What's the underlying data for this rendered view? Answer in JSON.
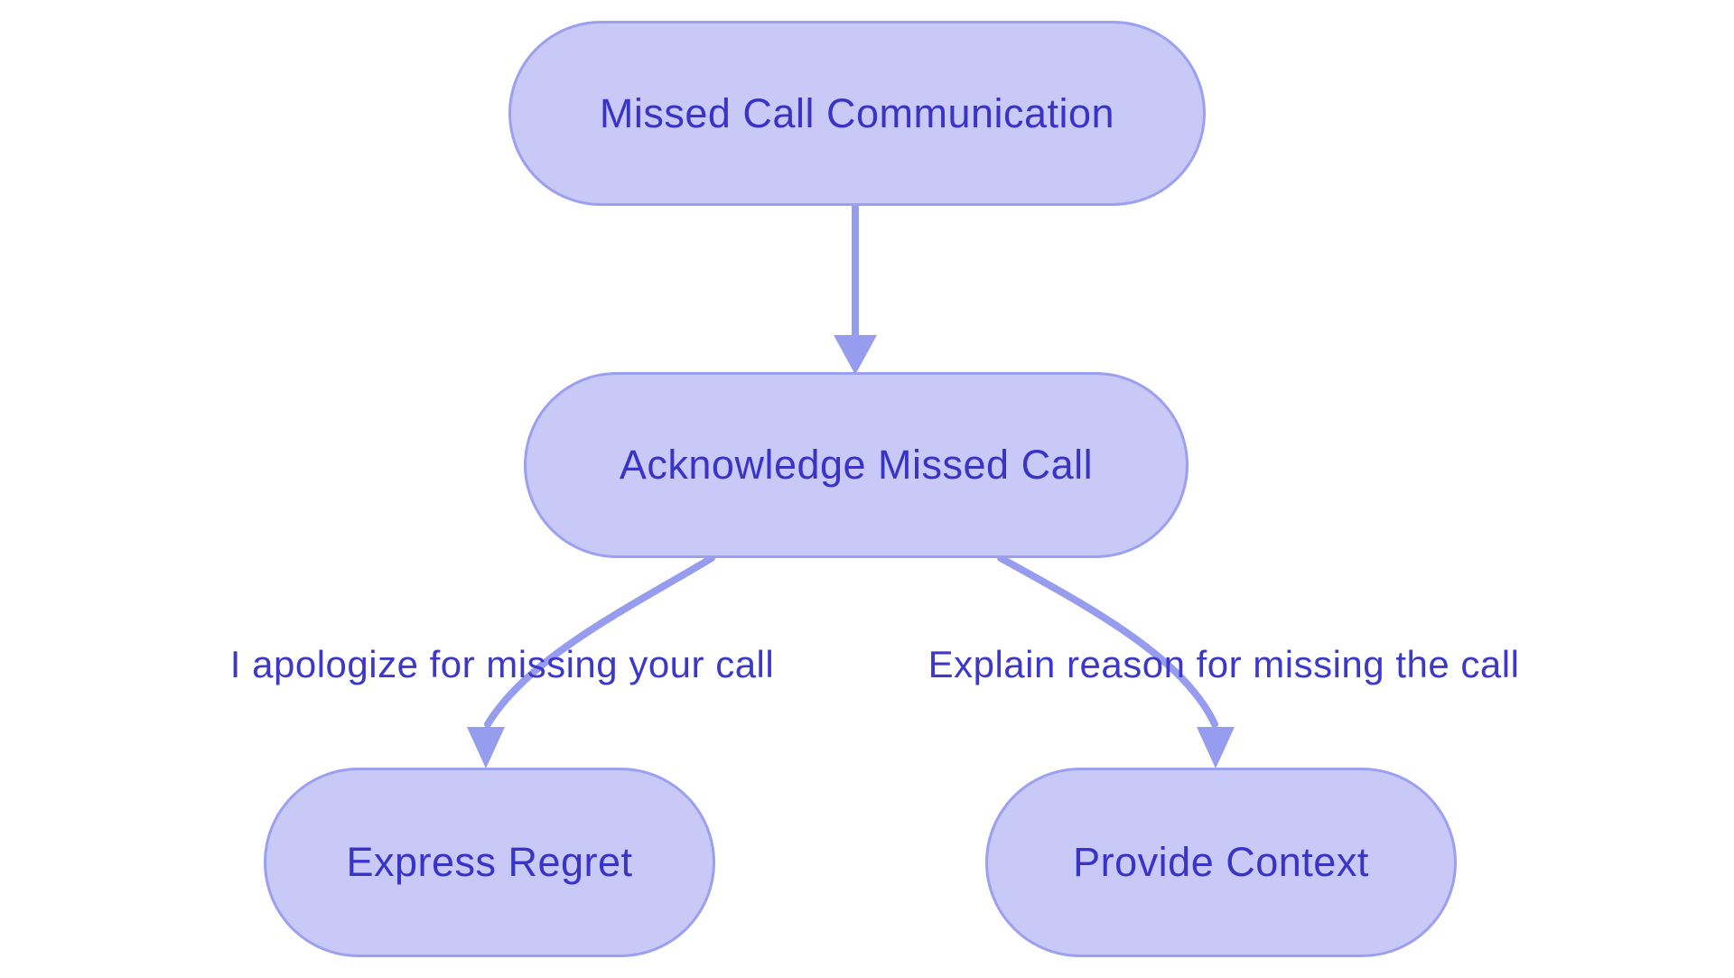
{
  "diagram": {
    "type": "flowchart",
    "direction": "top-down",
    "background": "#ffffff",
    "colors": {
      "node_fill": "#c8c9f7",
      "node_border": "#9ba0f0",
      "node_text": "#3a34c6",
      "edge_stroke": "#969cee",
      "edge_label_text": "#3c38c8"
    },
    "nodes": [
      {
        "id": "missed-call-communication",
        "label": "Missed Call Communication"
      },
      {
        "id": "acknowledge-missed-call",
        "label": "Acknowledge Missed Call"
      },
      {
        "id": "express-regret",
        "label": "Express Regret"
      },
      {
        "id": "provide-context",
        "label": "Provide Context"
      }
    ],
    "edges": [
      {
        "from": "missed-call-communication",
        "to": "acknowledge-missed-call",
        "label": ""
      },
      {
        "from": "acknowledge-missed-call",
        "to": "express-regret",
        "label": "I apologize for missing your call"
      },
      {
        "from": "acknowledge-missed-call",
        "to": "provide-context",
        "label": "Explain reason for missing the call"
      }
    ]
  }
}
